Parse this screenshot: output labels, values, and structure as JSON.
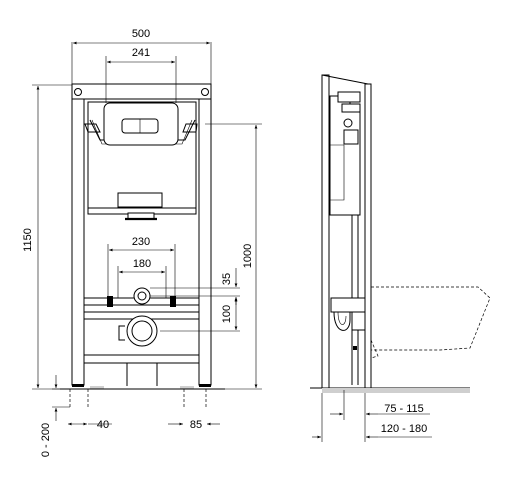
{
  "front_view": {
    "dims": {
      "width_frame": "500",
      "width_plate": "241",
      "height_total": "1150",
      "height_bracket": "1000",
      "pipe_spacing": "230",
      "bolt_spacing": "180",
      "pipe_offset": "35",
      "pipe_drop": "100",
      "foot_adjust": "0 - 200",
      "foot_left": "40",
      "foot_right": "85"
    }
  },
  "side_view": {
    "dims": {
      "depth_min": "75 - 115",
      "depth_total": "120 - 180"
    }
  }
}
